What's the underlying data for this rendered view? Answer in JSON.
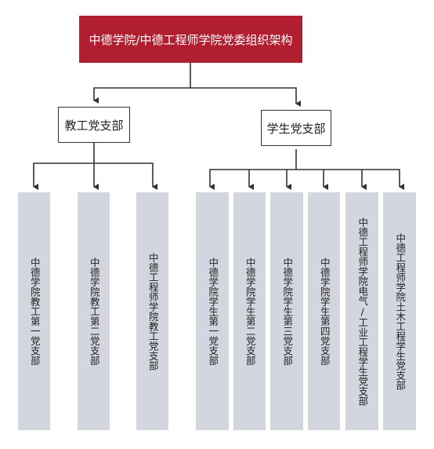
{
  "root": {
    "label": "中德学院/中德工程师学院党委组织架构"
  },
  "branches": [
    {
      "label": "教工党支部",
      "children": [
        "中德学院教工第一党支部",
        "中德学院教工第二党支部",
        "中德工程师学院教工党支部"
      ]
    },
    {
      "label": "学生党支部",
      "children": [
        "中德学院学生第一党支部",
        "中德学院学生第二党支部",
        "中德学院学生第三党支部",
        "中德学院学生第四党支部",
        "中德工程师学院电气/工业工程学生党支部",
        "中德工程师学院土木工程学生党支部"
      ]
    }
  ],
  "colors": {
    "root_fill": "#b01e2f",
    "leaf_fill": "#d3d6de",
    "line": "#333333"
  }
}
